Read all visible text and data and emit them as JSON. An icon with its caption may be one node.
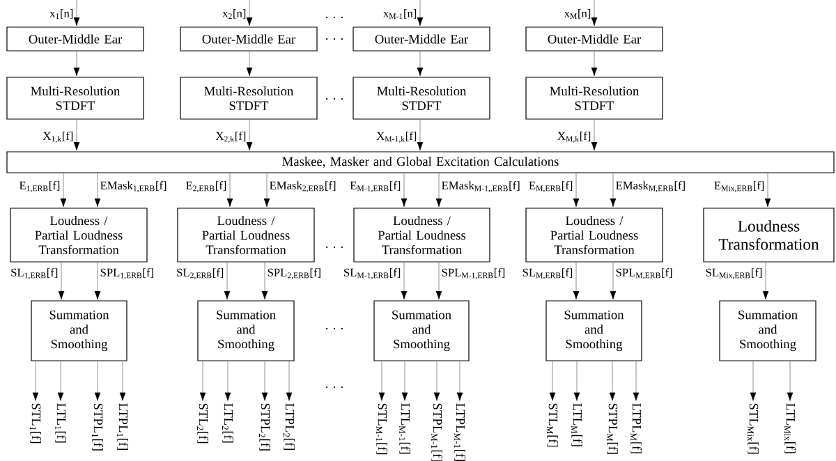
{
  "diagram": {
    "nodes": [
      {
        "text": [
          "Outer-Middle Ear"
        ]
      },
      {
        "text": [
          "Outer-Middle Ear"
        ]
      },
      {
        "text": [
          "Outer-Middle Ear"
        ]
      },
      {
        "text": [
          "Outer-Middle Ear"
        ]
      },
      {
        "text": [
          "Multi-Resolution STDFT"
        ]
      },
      {
        "text": [
          "Multi-Resolution STDFT"
        ]
      },
      {
        "text": [
          "Multi-Resolution STDFT"
        ]
      },
      {
        "text": [
          "Multi-Resolution STDFT"
        ]
      },
      {
        "text": [
          "Maskee, Masker and Global Excitation Calculations"
        ]
      },
      {
        "text": [
          "Loudness / Partial Loudness Transformation"
        ]
      },
      {
        "text": [
          "Loudness / Partial Loudness Transformation"
        ]
      },
      {
        "text": [
          "Loudness / Partial Loudness Transformation"
        ]
      },
      {
        "text": [
          "Loudness / Partial Loudness Transformation"
        ]
      },
      {
        "text": [
          "Loudness Transformation"
        ]
      },
      {
        "text": [
          "Summation and Smoothing"
        ]
      },
      {
        "text": [
          "Summation and Smoothing"
        ]
      },
      {
        "text": [
          "Summation and Smoothing"
        ]
      },
      {
        "text": [
          "Summation and Smoothing"
        ]
      },
      {
        "text": [
          "Summation and Smoothing"
        ]
      },
      {
        "text": [
          "STL$_{1}$[f]"
        ]
      },
      {
        "text": [
          "LTL$_{1}$[f]"
        ]
      },
      {
        "text": [
          "STPL$_{1}$[f]"
        ]
      },
      {
        "text": [
          "LTPL$_{1}$[f]"
        ]
      },
      {
        "text": [
          "STL$_{2}$[f]"
        ]
      },
      {
        "text": [
          "LTL$_{2}$[f]"
        ]
      },
      {
        "text": [
          "STPL$_{2}$[f]"
        ]
      },
      {
        "text": [
          "LTPL$_{2}$[f]"
        ]
      },
      {
        "text": [
          "STL$_{M-1}$[f]"
        ]
      },
      {
        "text": [
          "LTL$_{M-1}$[f]"
        ]
      },
      {
        "text": [
          "STPL$_{M-1}$[f]"
        ]
      },
      {
        "text": [
          "LTPL$_{M-1}$[f]"
        ]
      },
      {
        "text": [
          "STL$_{M}$[f]"
        ]
      },
      {
        "text": [
          "LTL$_{M}$[f]"
        ]
      },
      {
        "text": [
          "STPL$_{M}$[f]"
        ]
      },
      {
        "text": [
          "LTPL$_{M}$[f]"
        ]
      },
      {
        "text": [
          "STL$_{Mix}$[f]"
        ]
      },
      {
        "text": [
          "LTL$_{Mix}$[f]"
        ]
      }
    ],
    "edges": [
      {
        "from": null,
        "to": 0,
        "arrow": "to",
        "label": "x$_{1}$[n]"
      },
      {
        "from": null,
        "to": 1,
        "arrow": "to",
        "label": "x$_{2}$[n]"
      },
      {
        "from": null,
        "to": 2,
        "arrow": "to",
        "label": "x$_{M-1}$[n]"
      },
      {
        "from": null,
        "to": 3,
        "arrow": "to",
        "label": "x$_{M}$[n]"
      },
      {
        "from": 0,
        "to": 4,
        "arrow": "to"
      },
      {
        "from": 1,
        "to": 5,
        "arrow": "to"
      },
      {
        "from": 2,
        "to": 6,
        "arrow": "to"
      },
      {
        "from": 3,
        "to": 7,
        "arrow": "to"
      },
      {
        "from": 4,
        "to": 8,
        "arrow": "to",
        "label": "X$_{1,k}$[f]"
      },
      {
        "from": 5,
        "to": 8,
        "arrow": "to",
        "label": "X$_{2,k}$[f]"
      },
      {
        "from": 6,
        "to": 8,
        "arrow": "to",
        "label": "X$_{M-1,k}$[f]"
      },
      {
        "from": 7,
        "to": 8,
        "arrow": "to",
        "label": "X$_{M,k}$[f]"
      },
      {
        "from": 8,
        "to": 9,
        "arrow": "to",
        "label": "E$_{1,ERB}$[f]"
      },
      {
        "from": 8,
        "to": 9,
        "arrow": "to",
        "label": "EMask$_{1,ERB}$[f]"
      },
      {
        "from": 8,
        "to": 10,
        "arrow": "to",
        "label": "E$_{2,ERB}$[f]"
      },
      {
        "from": 8,
        "to": 10,
        "arrow": "to",
        "label": "EMask$_{2,ERB}$[f]"
      },
      {
        "from": 8,
        "to": 11,
        "arrow": "to",
        "label": "E$_{M-1,ERB}$[f]"
      },
      {
        "from": 8,
        "to": 11,
        "arrow": "to",
        "label": "EMask$_{M-1,,ERB}$[f]"
      },
      {
        "from": 8,
        "to": 12,
        "arrow": "to",
        "label": "E$_{M,ERB}$[f]"
      },
      {
        "from": 8,
        "to": 12,
        "arrow": "to",
        "label": "EMask$_{M,ERB}$[f]"
      },
      {
        "from": 8,
        "to": 13,
        "arrow": "to",
        "label": "E$_{Mix,ERB}$[f]"
      },
      {
        "from": 9,
        "to": 14,
        "arrow": "to",
        "label": "SL$_{1,ERB}$[f]"
      },
      {
        "from": 9,
        "to": 14,
        "arrow": "to",
        "label": "SPL$_{1,ERB}$[f]"
      },
      {
        "from": 10,
        "to": 15,
        "arrow": "to",
        "label": "SL$_{2,ERB}$[f]"
      },
      {
        "from": 10,
        "to": 15,
        "arrow": "to",
        "label": "SPL$_{2,ERB}$[f]"
      },
      {
        "from": 11,
        "to": 16,
        "arrow": "to",
        "label": "SL$_{M-1,ERB}$[f]"
      },
      {
        "from": 11,
        "to": 16,
        "arrow": "to",
        "label": "SPL$_{M-1,ERB}$[f]"
      },
      {
        "from": 12,
        "to": 17,
        "arrow": "to",
        "label": "SL$_{M,ERB}$[f]"
      },
      {
        "from": 12,
        "to": 17,
        "arrow": "to",
        "label": "SPL$_{M,ERB}$[f]"
      },
      {
        "from": 13,
        "to": 18,
        "arrow": "to",
        "label": "SL$_{Mix,ERB}$[f]"
      },
      {
        "from": 14,
        "to": 19,
        "arrow": "to"
      },
      {
        "from": 14,
        "to": 20,
        "arrow": "to"
      },
      {
        "from": 14,
        "to": 21,
        "arrow": "to"
      },
      {
        "from": 14,
        "to": 22,
        "arrow": "to"
      },
      {
        "from": 15,
        "to": 23,
        "arrow": "to"
      },
      {
        "from": 15,
        "to": 24,
        "arrow": "to"
      },
      {
        "from": 15,
        "to": 25,
        "arrow": "to"
      },
      {
        "from": 15,
        "to": 26,
        "arrow": "to"
      },
      {
        "from": 16,
        "to": 27,
        "arrow": "to"
      },
      {
        "from": 16,
        "to": 28,
        "arrow": "to"
      },
      {
        "from": 16,
        "to": 29,
        "arrow": "to"
      },
      {
        "from": 16,
        "to": 30,
        "arrow": "to"
      },
      {
        "from": 17,
        "to": 31,
        "arrow": "to"
      },
      {
        "from": 17,
        "to": 32,
        "arrow": "to"
      },
      {
        "from": 17,
        "to": 33,
        "arrow": "to"
      },
      {
        "from": 17,
        "to": 34,
        "arrow": "to"
      },
      {
        "from": 18,
        "to": 35,
        "arrow": "to"
      },
      {
        "from": 18,
        "to": 36,
        "arrow": "to"
      }
    ],
    "labels": [
      ". . .",
      ". . .",
      ". . .",
      ". . .",
      ". . .",
      ". . ."
    ]
  }
}
